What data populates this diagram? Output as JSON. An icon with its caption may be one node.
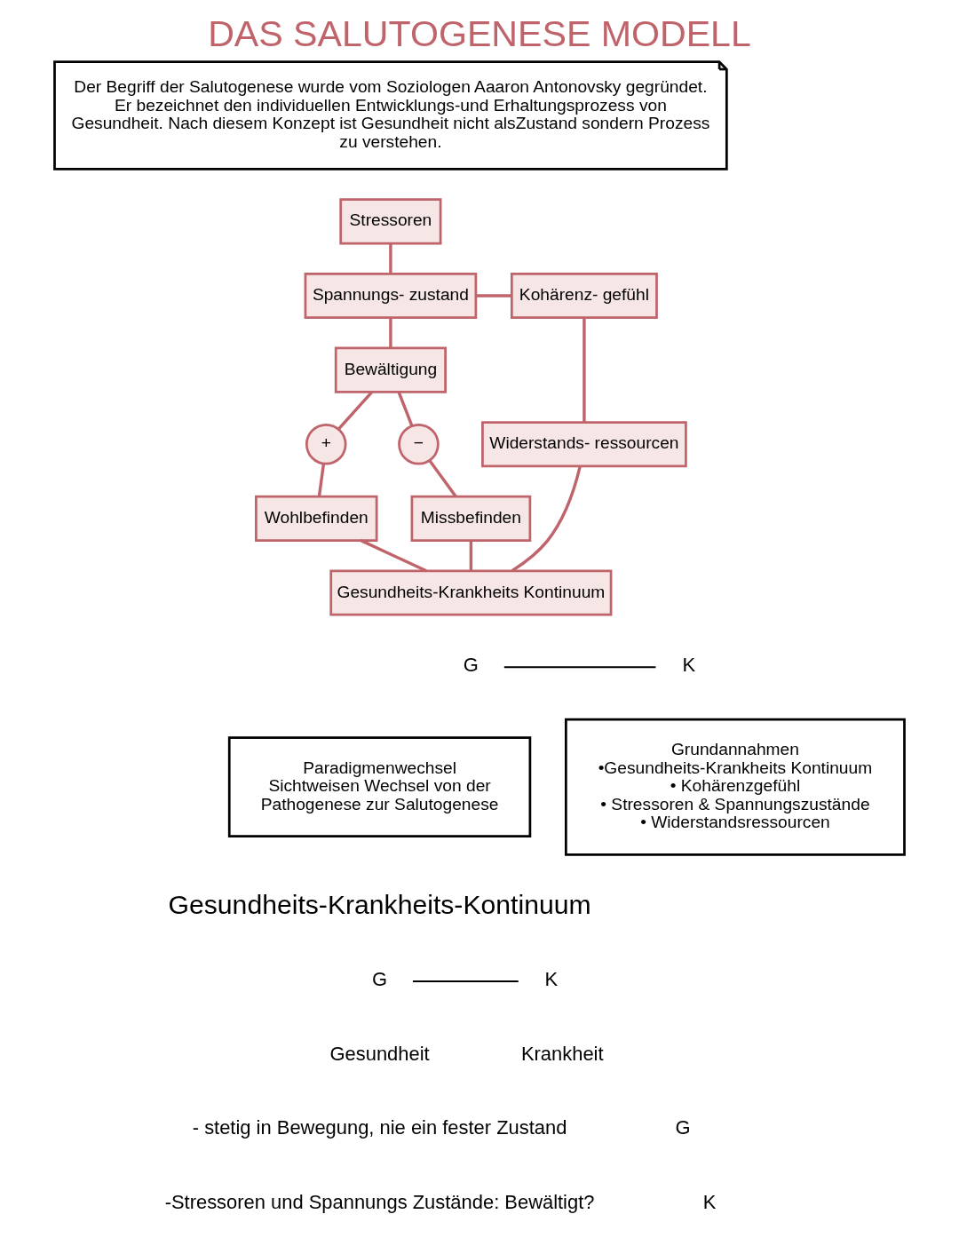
{
  "diagram": {
    "title": "DAS SALUTOGENESE MODELL",
    "nodes": [
      {
        "text": [
          "Stressoren"
        ]
      },
      {
        "text": [
          "Spannungs- zustand"
        ]
      },
      {
        "text": [
          "Kohärenz- gefühl"
        ]
      },
      {
        "text": [
          "Bewältigung"
        ]
      },
      {
        "text": [
          "+"
        ]
      },
      {
        "text": [
          "−"
        ]
      },
      {
        "text": [
          "Widerstands- ressourcen"
        ]
      },
      {
        "text": [
          "Wohlbefinden"
        ]
      },
      {
        "text": [
          "Missbefinden"
        ]
      },
      {
        "text": [
          "Gesundheits-Krankheits Kontinuum"
        ]
      },
      {
        "text": [
          "Der Begriff der Salutogenese wurde vom Soziologen Aaaron Antonovsky gegründet. Er bezeichnet den individuellen Entwicklungs-und Erhaltungsprozess von Gesundheit. Nach diesem Konzept ist Gesundheit nicht alsZustand sondern Prozess zu verstehen."
        ]
      },
      {
        "text": [
          "Paradigmenwechsel",
          "Sichtweisen Wechsel von der Pathogenese zur Salutogenese"
        ]
      },
      {
        "text": [
          "Grundannahmen",
          "•Gesundheits-Krankheits Kontinuum",
          "• Kohärenzgefühl",
          "• Stressoren & Spannungszustände",
          "• Widerstandsressourcen"
        ]
      }
    ],
    "edges": [
      {
        "from": 0,
        "to": 1,
        "arrow": "none"
      },
      {
        "from": 1,
        "to": 2,
        "arrow": "none"
      },
      {
        "from": 1,
        "to": 3,
        "arrow": "none"
      },
      {
        "from": 2,
        "to": 6,
        "arrow": "none"
      },
      {
        "from": 3,
        "to": 4,
        "arrow": "none"
      },
      {
        "from": 3,
        "to": 5,
        "arrow": "none"
      },
      {
        "from": 4,
        "to": 7,
        "arrow": "none"
      },
      {
        "from": 5,
        "to": 8,
        "arrow": "none"
      },
      {
        "from": 7,
        "to": 9,
        "arrow": "none"
      },
      {
        "from": 8,
        "to": 9,
        "arrow": "none"
      },
      {
        "from": 6,
        "to": 9,
        "arrow": "none"
      }
    ],
    "labels": [
      "G",
      "K",
      "Gesundheits-Krankheits-Kontinuum",
      "G",
      "K",
      "Gesundheit",
      "Krankheit",
      "- stetig in Bewegung, nie ein fester Zustand",
      "-Stressoren und Spannungs Zustände: Bewältigt?",
      "G",
      "K"
    ]
  }
}
